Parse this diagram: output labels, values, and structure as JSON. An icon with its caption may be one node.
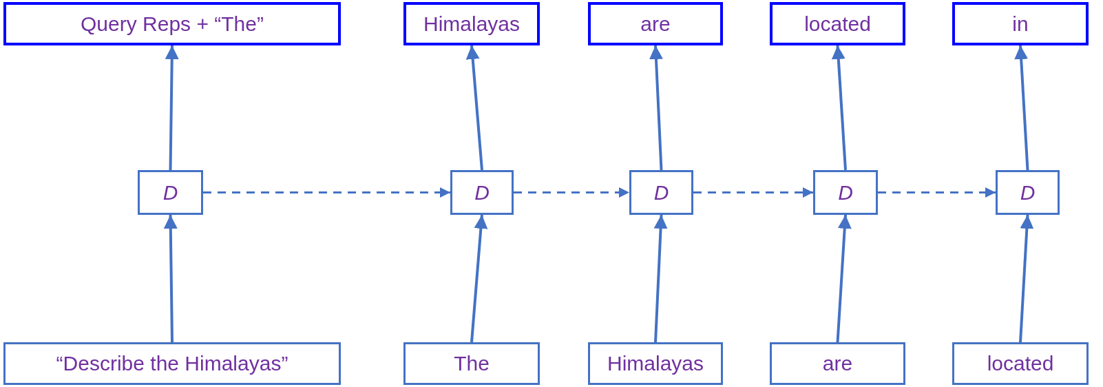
{
  "diagram": {
    "nodes": [
      {
        "text": [
          "Query Reps + “The”"
        ]
      },
      {
        "text": [
          "Himalayas"
        ]
      },
      {
        "text": [
          "are"
        ]
      },
      {
        "text": [
          "located"
        ]
      },
      {
        "text": [
          "in"
        ]
      },
      {
        "text": [
          "D"
        ]
      },
      {
        "text": [
          "D"
        ]
      },
      {
        "text": [
          "D"
        ]
      },
      {
        "text": [
          "D"
        ]
      },
      {
        "text": [
          "D"
        ]
      },
      {
        "text": [
          "“Describe the Himalayas”"
        ]
      },
      {
        "text": [
          "The"
        ]
      },
      {
        "text": [
          "Himalayas"
        ]
      },
      {
        "text": [
          "are"
        ]
      },
      {
        "text": [
          "located"
        ]
      }
    ],
    "edges": [
      {
        "from": 10,
        "to": 5,
        "arrow": "to"
      },
      {
        "from": 11,
        "to": 6,
        "arrow": "to"
      },
      {
        "from": 12,
        "to": 7,
        "arrow": "to"
      },
      {
        "from": 13,
        "to": 8,
        "arrow": "to"
      },
      {
        "from": 14,
        "to": 9,
        "arrow": "to"
      },
      {
        "from": 5,
        "to": 0,
        "arrow": "to"
      },
      {
        "from": 6,
        "to": 1,
        "arrow": "to"
      },
      {
        "from": 7,
        "to": 2,
        "arrow": "to"
      },
      {
        "from": 8,
        "to": 3,
        "arrow": "to"
      },
      {
        "from": 9,
        "to": 4,
        "arrow": "to"
      },
      {
        "from": 5,
        "to": 6,
        "arrow": "to",
        "style": "dashed"
      },
      {
        "from": 6,
        "to": 7,
        "arrow": "to",
        "style": "dashed"
      },
      {
        "from": 7,
        "to": 8,
        "arrow": "to",
        "style": "dashed"
      },
      {
        "from": 8,
        "to": 9,
        "arrow": "to",
        "style": "dashed"
      }
    ]
  }
}
